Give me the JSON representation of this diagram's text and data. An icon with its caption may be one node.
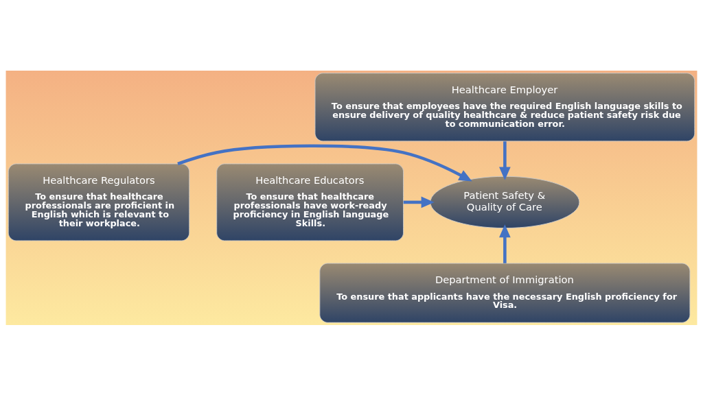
{
  "diagram": {
    "nodes": [
      {
        "text": [
          "Healthcare Employer",
          "To ensure that employees have the required English language skills to ensure delivery of quality healthcare & reduce patient safety risk due to communication error."
        ]
      },
      {
        "text": [
          "Healthcare Regulators",
          "To ensure that healthcare professionals are proficient in English which is relevant to their workplace."
        ]
      },
      {
        "text": [
          "Patient Safety & Quality of Care"
        ]
      },
      {
        "text": [
          "Healthcare Educators",
          "To ensure that healthcare professionals have work-ready proficiency in English language Skills."
        ]
      },
      {
        "text": [
          "Department of Immigration",
          "To ensure that applicants have the necessary English proficiency for Visa."
        ]
      }
    ],
    "edges": [
      {
        "from": 0,
        "to": 2,
        "arrow": "to"
      },
      {
        "from": 1,
        "to": 2,
        "arrow": "to"
      },
      {
        "from": 3,
        "to": 2,
        "arrow": "to"
      },
      {
        "from": 4,
        "to": 2,
        "arrow": "to"
      }
    ]
  }
}
